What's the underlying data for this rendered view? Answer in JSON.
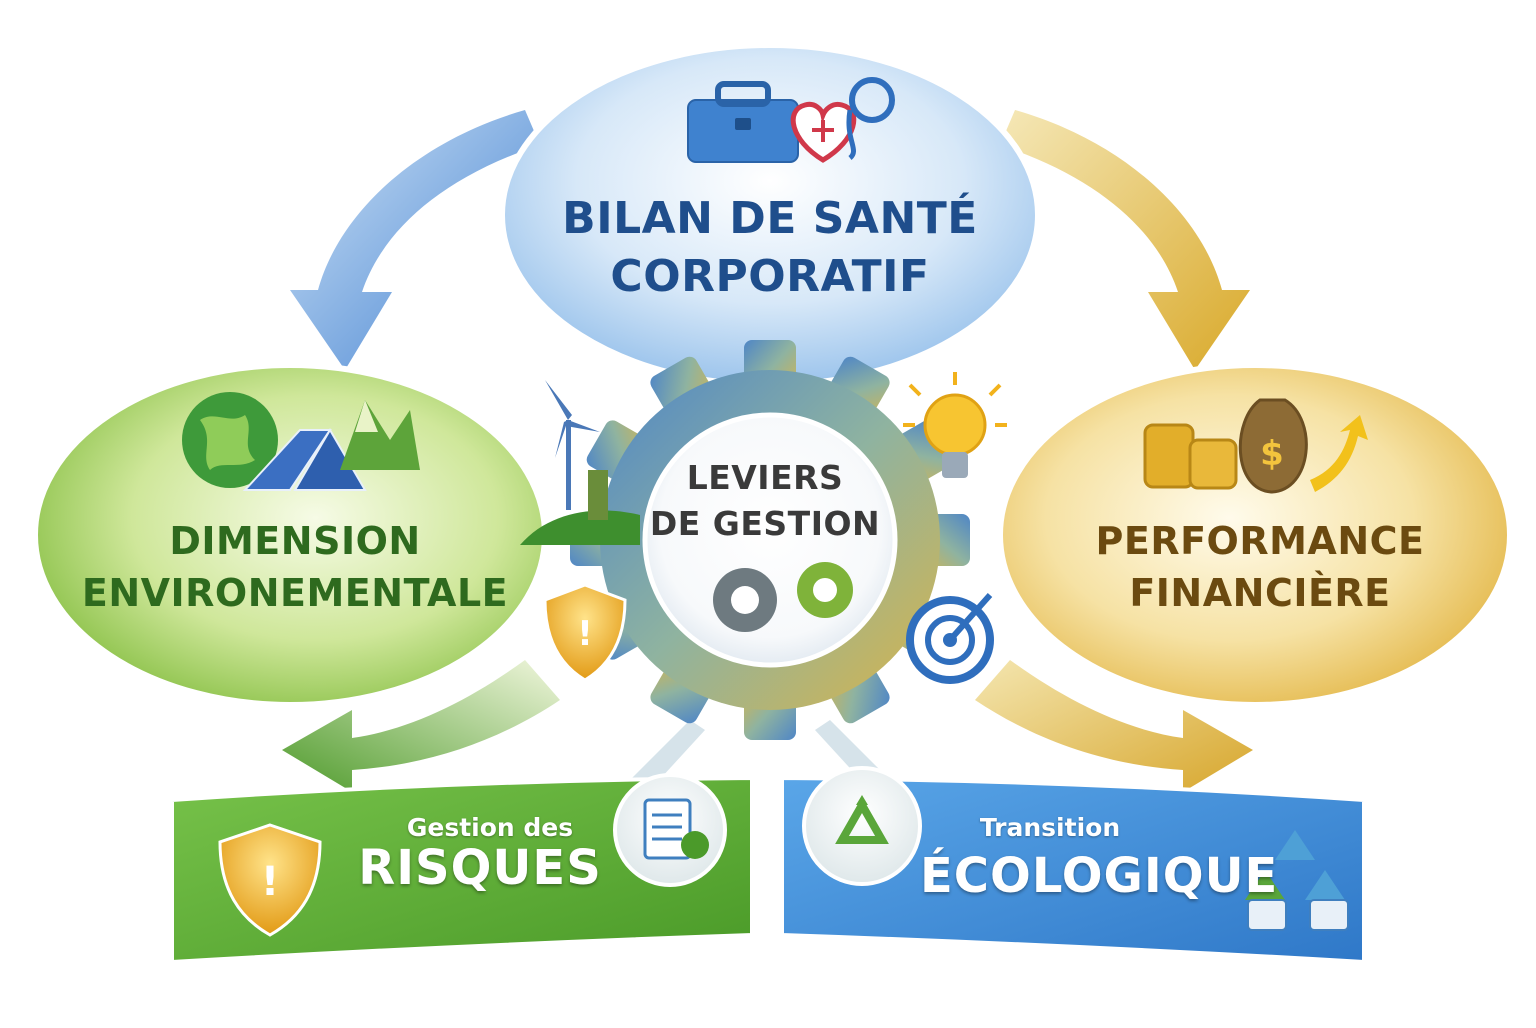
{
  "top_node": {
    "line1": "BILAN DE SANTÉ",
    "line2": "CORPORATIF",
    "color": "#1f4e8c"
  },
  "left_node": {
    "line1": "DIMENSION",
    "line2": "ENVIRONEMENTALE",
    "color": "#2e6a1e"
  },
  "right_node": {
    "line1": "PERFORMANCE",
    "line2": "FINANCIÈRE",
    "color": "#6b4a10"
  },
  "center_node": {
    "line1": "LEVIERS",
    "line2": "DE GESTION"
  },
  "banner_left": {
    "small": "Gestion des",
    "big": "RISQUES",
    "color": "#5aab33"
  },
  "banner_right": {
    "small": "Transition",
    "big": "ÉCOLOGIQUE",
    "color": "#3b8ad6"
  },
  "icons": [
    "briefcase-icon",
    "heart-icon",
    "stethoscope-icon",
    "globe-icon",
    "solar-panel-icon",
    "mountain-icon",
    "wind-turbine-icon",
    "lightbulb-icon",
    "coin-stack-icon",
    "money-bag-icon",
    "growth-arrow-icon",
    "shield-warning-icon",
    "target-icon",
    "gears-icon",
    "checklist-icon",
    "recycle-icon",
    "leaf-cycle-icon"
  ],
  "colors": {
    "blue": "#3b8ad6",
    "green": "#5aab33",
    "gold": "#e2b43a"
  }
}
